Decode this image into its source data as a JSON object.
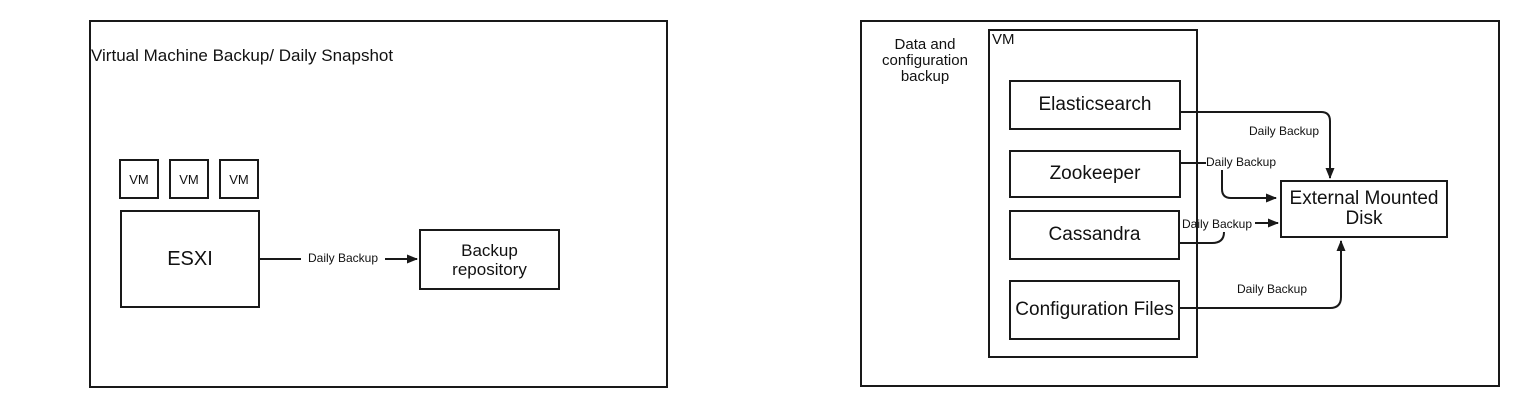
{
  "colors": {
    "stroke": "#191919",
    "background": "#ffffff",
    "text": "#111111"
  },
  "left_diagram": {
    "title": "Virtual Machine Backup/ Daily Snapshot",
    "vms": [
      "VM",
      "VM",
      "VM"
    ],
    "hypervisor": "ESXI",
    "repository": "Backup repository",
    "connector": {
      "from": "ESXI",
      "to": "Backup repository",
      "label": "Daily Backup"
    }
  },
  "right_diagram": {
    "side_label": "Data and configuration backup",
    "vm_label": "VM",
    "services": [
      "Elasticsearch",
      "Zookeeper",
      "Cassandra",
      "Configuration Files"
    ],
    "disk": "External Mounted Disk",
    "connectors": [
      {
        "from": "Elasticsearch",
        "to": "External Mounted Disk",
        "label": "Daily Backup"
      },
      {
        "from": "Zookeeper",
        "to": "External Mounted Disk",
        "label": "Daily Backup"
      },
      {
        "from": "Cassandra",
        "to": "External Mounted Disk",
        "label": "Daily Backup"
      },
      {
        "from": "Configuration Files",
        "to": "External Mounted Disk",
        "label": "Daily Backup"
      }
    ]
  }
}
